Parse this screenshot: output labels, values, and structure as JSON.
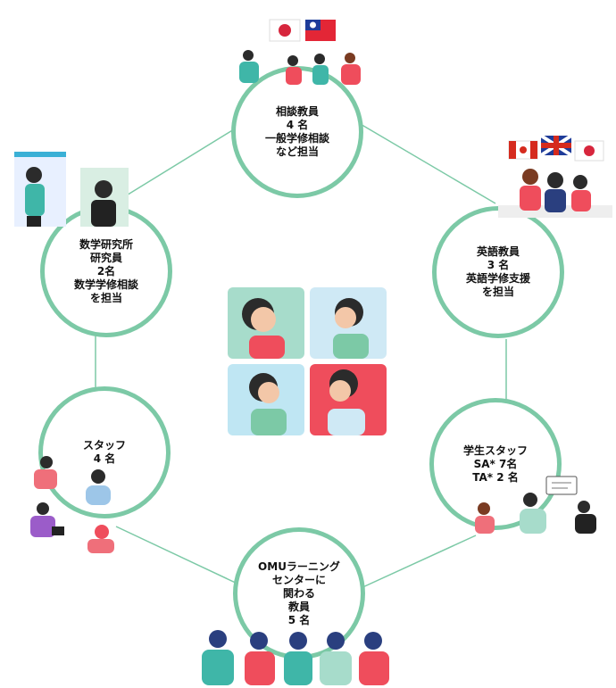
{
  "colors": {
    "ring": "#7cc9a6",
    "line": "#7cc9a6",
    "text": "#111111"
  },
  "nodes": {
    "consult": {
      "lines": [
        "相談教員",
        "4 名",
        "一般学修相談",
        "など担当"
      ]
    },
    "english": {
      "lines": [
        "英語教員",
        "3 名",
        "英語学修支援",
        "を担当"
      ]
    },
    "students": {
      "lines": [
        "学生スタッフ",
        "SA* 7名",
        "TA* 2 名"
      ]
    },
    "omu": {
      "lines": [
        "OMUラーニング",
        "センターに",
        "関わる",
        "教員",
        "5 名"
      ]
    },
    "staff": {
      "lines": [
        "スタッフ",
        "4 名"
      ]
    },
    "math": {
      "lines": [
        "数学研究所",
        "研究員",
        "2名",
        "数学学修相談",
        "を担当"
      ]
    }
  },
  "icons": {
    "top": [
      "japan-flag-icon",
      "taiwan-flag-icon",
      "people-group-icon"
    ],
    "english": [
      "canada-flag-icon",
      "uk-flag-icon",
      "japan-flag-icon",
      "people-group-icon"
    ],
    "math": [
      "lecturer-icon",
      "student-icon"
    ],
    "staff": [
      "office-staff-icon"
    ],
    "students": [
      "student-chat-icon"
    ],
    "omu": [
      "teachers-group-icon"
    ],
    "center": [
      "conversation-collage-icon"
    ]
  }
}
